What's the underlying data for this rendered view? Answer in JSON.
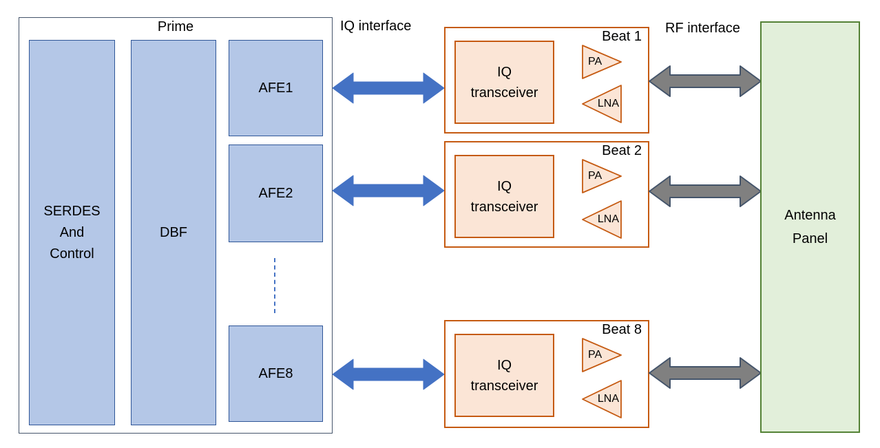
{
  "prime": {
    "label": "Prime",
    "serdes_label": "SERDES\nAnd\nControl",
    "dbf_label": "DBF",
    "afe_labels": [
      "AFE1",
      "AFE2",
      "AFE8"
    ]
  },
  "interface_labels": {
    "iq": "IQ interface",
    "rf": "RF interface"
  },
  "beats": [
    {
      "label": "Beat 1",
      "transceiver_label": "IQ\ntransceiver",
      "pa_label": "PA",
      "lna_label": "LNA"
    },
    {
      "label": "Beat 2",
      "transceiver_label": "IQ\ntransceiver",
      "pa_label": "PA",
      "lna_label": "LNA"
    },
    {
      "label": "Beat 8",
      "transceiver_label": "IQ\ntransceiver",
      "pa_label": "PA",
      "lna_label": "LNA"
    }
  ],
  "antenna_label": "Antenna\nPanel",
  "colors": {
    "block_blue_fill": "#B4C7E7",
    "block_blue_border": "#2E5597",
    "frame_border": "#44546A",
    "arrow_blue": "#4472C4",
    "arrow_gray": "#808080",
    "arrow_gray_border": "#44546A",
    "orange_border": "#C55A11",
    "orange_fill": "#FBE5D6",
    "green_fill": "#E2EFDA",
    "green_border": "#548235"
  }
}
